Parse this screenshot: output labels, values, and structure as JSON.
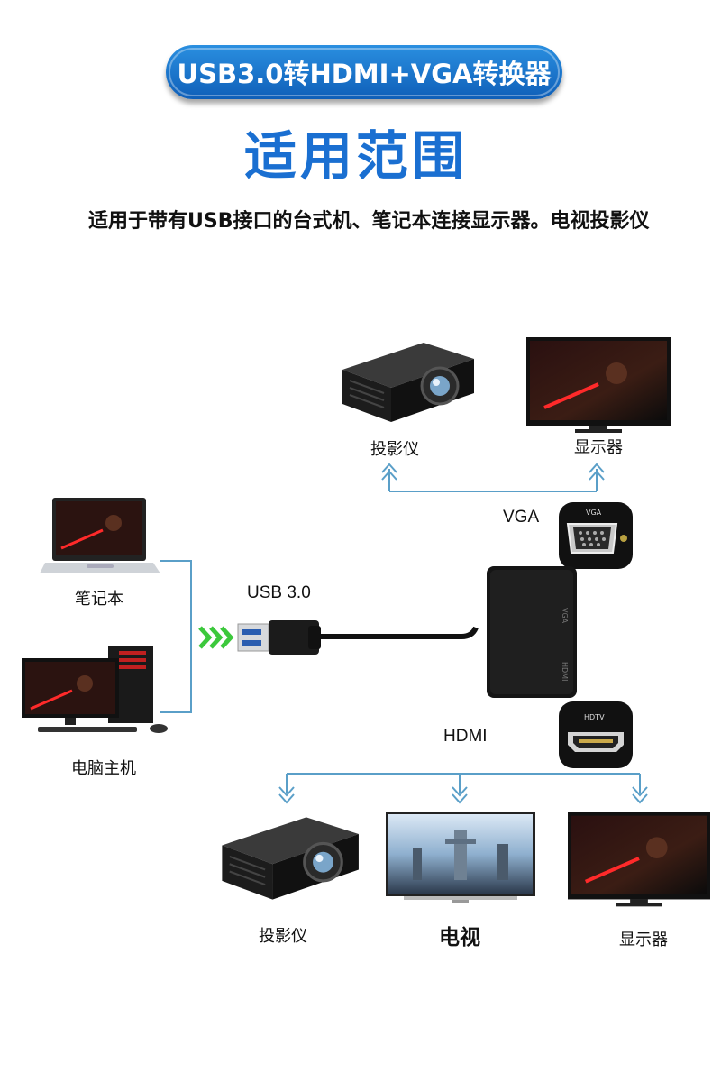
{
  "header": {
    "banner_title": "USB3.0转HDMI+VGA转换器",
    "section_title": "适用范围",
    "description": "适用于带有USB接口的台式机、笔记本连接显示器。电视投影仪"
  },
  "diagram": {
    "sources": {
      "laptop_label": "笔记本",
      "desktop_label": "电脑主机"
    },
    "usb_label": "USB 3.0",
    "vga_label": "VGA",
    "hdmi_label": "HDMI",
    "vga_port_badge": "VGA",
    "hdmi_port_badge": "HDTV",
    "adapter_vga_text": "VGA",
    "adapter_hdmi_text": "HDMI",
    "vga_outputs": {
      "projector_label": "投影仪",
      "monitor_label": "显示器"
    },
    "hdmi_outputs": {
      "projector_label": "投影仪",
      "tv_label": "电视",
      "monitor_label": "显示器"
    }
  },
  "colors": {
    "banner": "#1a78d6",
    "title": "#1a6fd1",
    "connector_lines": "#5a9fc8",
    "arrow_green": "#3cc83c"
  },
  "icons": [
    "projector-icon",
    "monitor-icon",
    "tv-icon",
    "laptop-icon",
    "desktop-icon",
    "usb-plug-icon",
    "adapter-icon",
    "vga-port-icon",
    "hdmi-port-icon",
    "double-chevron-icon"
  ]
}
